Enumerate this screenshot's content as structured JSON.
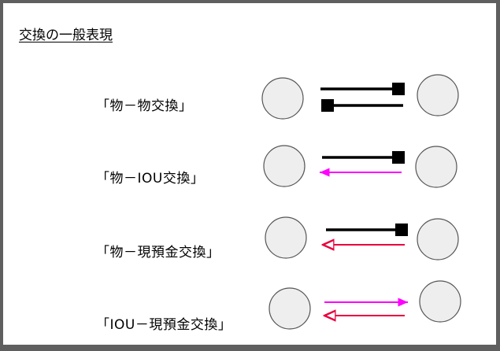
{
  "title": "交換の一般表現",
  "rows": [
    {
      "label": "「物－物交換」"
    },
    {
      "label": "「物－IOU交換」"
    },
    {
      "label": "「物－現預金交換」"
    },
    {
      "label": "「IOU－現預金交換」"
    }
  ],
  "colors": {
    "node_fill": "#eeeeee",
    "node_stroke": "#555555",
    "goods": "#000000",
    "iou": "#ff00ff",
    "cash": "#e8003d"
  }
}
